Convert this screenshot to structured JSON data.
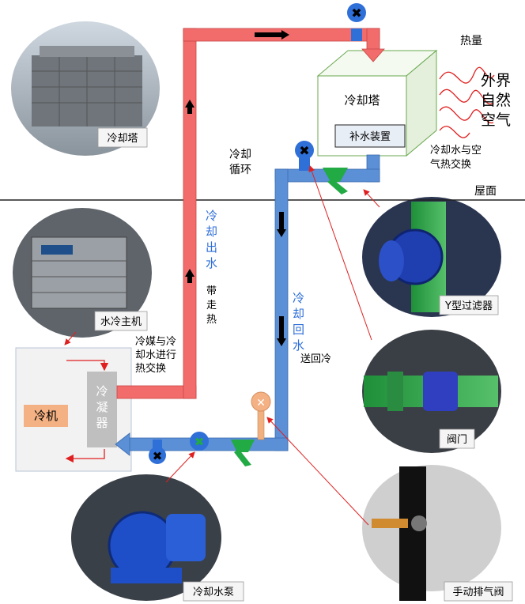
{
  "photos": {
    "cooling_tower": "冷却塔",
    "chiller": "水冷主机",
    "y_filter": "Y型过滤器",
    "valve": "阀门",
    "manual_vent": "手动排气阀",
    "pump": "冷却水泵"
  },
  "tower_box": {
    "title": "冷却塔",
    "makeup": "补水装置"
  },
  "outside": {
    "heat": "热量",
    "air": [
      "外界",
      "自然",
      "空气"
    ],
    "exchange": [
      "冷却水与空",
      "气热交换"
    ]
  },
  "roof": "屋面",
  "loop": [
    "冷却",
    "循环"
  ],
  "supply": {
    "vertical": [
      "冷",
      "却",
      "出",
      "水"
    ],
    "carry": [
      "带",
      "走",
      "热"
    ]
  },
  "return_pipe": {
    "vertical": [
      "冷",
      "却",
      "回",
      "水"
    ],
    "send": "送回冷"
  },
  "chiller_box": {
    "title": "冷机",
    "condenser": [
      "冷",
      "凝",
      "器"
    ],
    "exchange": [
      "冷媒与冷",
      "却水进行",
      "热交换"
    ]
  },
  "colors": {
    "hot_pipe": "#f26c6c",
    "cold_pipe": "#5b8fd6",
    "filter": "#22aa44",
    "arrow_red": "#e02020",
    "valve_blue": "#2f6fd8",
    "vent_orange": "#f0b080"
  }
}
